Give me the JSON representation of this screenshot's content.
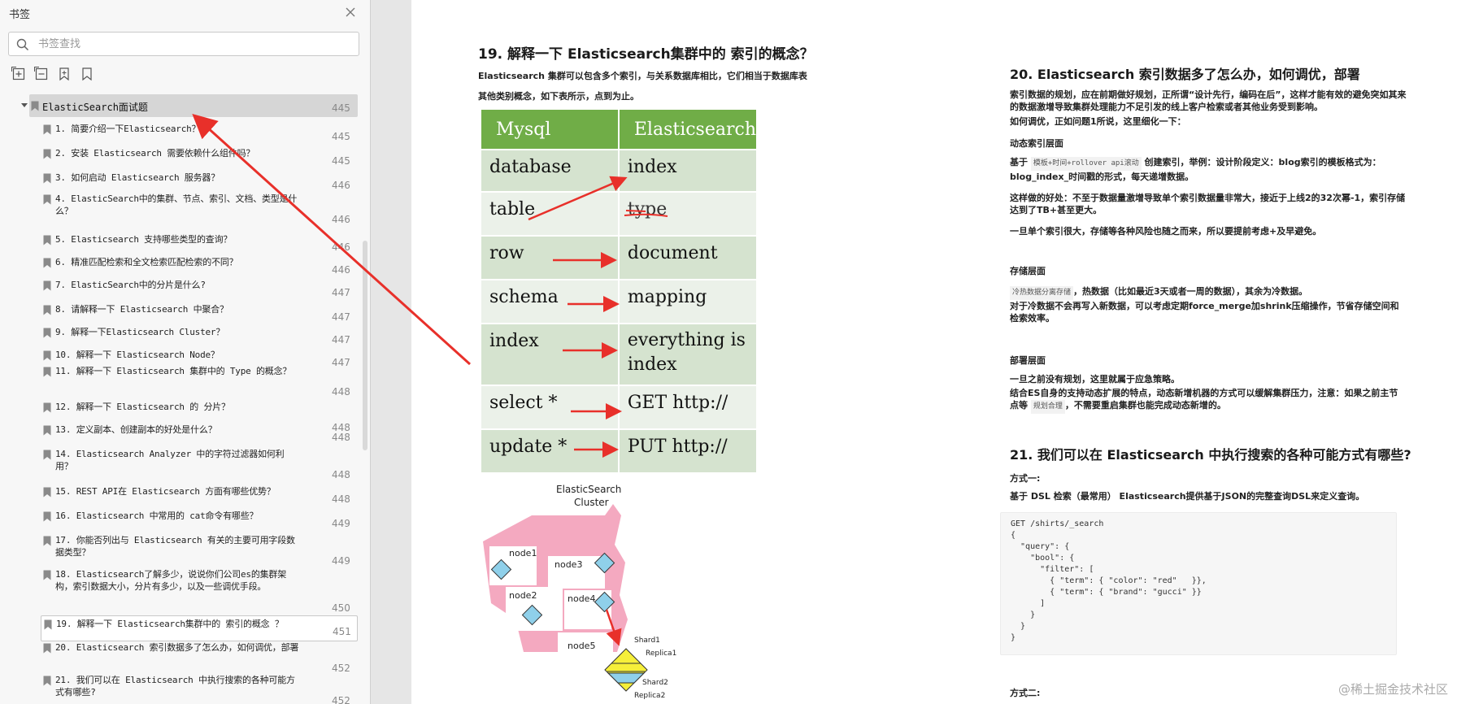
{
  "sidebar": {
    "title": "书签",
    "search_placeholder": "书签查找",
    "root": {
      "label": "ElasticSearch面试题",
      "page": "445"
    },
    "items": [
      {
        "label": "1. 简要介绍一下Elasticsearch？",
        "page": "445"
      },
      {
        "label": "2. 安装 Elasticsearch 需要依赖什么组件吗？",
        "page": "445"
      },
      {
        "label": "3. 如何启动 Elasticsearch 服务器？",
        "page": "446"
      },
      {
        "label": "4. ElasticSearch中的集群、节点、索引、文档、类型是什么？",
        "page": "446"
      },
      {
        "label": "5. Elasticsearch 支持哪些类型的查询？",
        "page": "446"
      },
      {
        "label": "6. 精准匹配检索和全文检索匹配检索的不同？",
        "page": "446"
      },
      {
        "label": "7. ElasticSearch中的分片是什么?",
        "page": "447"
      },
      {
        "label": "8. 请解释一下 Elasticsearch 中聚合？",
        "page": "447"
      },
      {
        "label": "9. 解释一下Elasticsearch Cluster？",
        "page": "447"
      },
      {
        "label": "10. 解释一下 Elasticsearch Node？",
        "page": "447"
      },
      {
        "label": "11. 解释一下 Elasticsearch 集群中的 Type 的概念？",
        "page": "448"
      },
      {
        "label": "12. 解释一下 Elasticsearch 的 分片？",
        "page": "448"
      },
      {
        "label": "13. 定义副本、创建副本的好处是什么？",
        "page": "448"
      },
      {
        "label": "14. Elasticsearch Analyzer 中的字符过滤器如何利用？",
        "page": "448"
      },
      {
        "label": "15. REST API在 Elasticsearch 方面有哪些优势？",
        "page": "448"
      },
      {
        "label": "16. Elasticsearch 中常用的 cat命令有哪些？",
        "page": "449"
      },
      {
        "label": "17. 你能否列出与 Elasticsearch 有关的主要可用字段数据类型？",
        "page": "449"
      },
      {
        "label": "18. Elasticsearch了解多少，说说你们公司es的集群架构，索引数据大小，分片有多少，以及一些调优手段。",
        "page": "450"
      },
      {
        "label": "19. 解释一下 Elasticsearch集群中的 索引的概念 ？",
        "page": "451"
      },
      {
        "label": "20. Elasticsearch 索引数据多了怎么办，如何调优，部署",
        "page": "452"
      },
      {
        "label": "21. 我们可以在 Elasticsearch 中执行搜索的各种可能方式有哪些?",
        "page": "452"
      }
    ]
  },
  "left_col": {
    "heading": "19. 解释一下 Elasticsearch集群中的 索引的概念？",
    "p1": "Elasticsearch 集群可以包含多个索引，与关系数据库相比，它们相当于数据库表",
    "p2": "其他类别概念，如下表所示，点到为止。",
    "table": {
      "headers": [
        "Mysql",
        "Elasticsearch"
      ],
      "rows": [
        [
          "database",
          "index"
        ],
        [
          "table",
          "type"
        ],
        [
          "row",
          "document"
        ],
        [
          "schema",
          "mapping"
        ],
        [
          "index",
          "everything is index"
        ],
        [
          "select *",
          "GET http://"
        ],
        [
          "update *",
          "PUT http://"
        ]
      ]
    },
    "diagram": {
      "title": "ElasticSearch Cluster",
      "nodes": [
        "node1",
        "node3",
        "node2",
        "node4",
        "node5"
      ],
      "shard_labels": [
        "Shard1",
        "Replica1",
        "Shard2",
        "Replica2"
      ]
    }
  },
  "right_col": {
    "h20": "20. Elasticsearch 索引数据多了怎么办，如何调优，部署",
    "p20_1": "索引数据的规划，应在前期做好规划，正所谓“设计先行，编码在后”，这样才能有效的避免突如其来的数据激增导致集群处理能力不足引发的线上客户检索或者其他业务受到影响。",
    "p20_2": "如何调优，正如问题1所说，这里细化一下：",
    "s1_title": "动态索引层面",
    "s1_p1_a": "基于",
    "s1_p1_code": "模板+时间+rollover api滚动",
    "s1_p1_b": "创建索引，举例：设计阶段定义：blog索引的模板格式为：blog_index_时间戳的形式，每天递增数据。",
    "s1_p2": "这样做的好处：不至于数据量激增导致单个索引数据量非常大，接近于上线2的32次幂-1，索引存储达到了TB+甚至更大。",
    "s1_p3": "一旦单个索引很大，存储等各种风险也随之而来，所以要提前考虑+及早避免。",
    "s2_title": "存储层面",
    "s2_p1_code": "冷热数据分离存储",
    "s2_p1_b": "，热数据（比如最近3天或者一周的数据），其余为冷数据。",
    "s2_p2": "对于冷数据不会再写入新数据，可以考虑定期force_merge加shrink压缩操作，节省存储空间和检索效率。",
    "s3_title": "部署层面",
    "s3_p1": "一旦之前没有规划，这里就属于应急策略。",
    "s3_p2_a": "结合ES自身的支持动态扩展的特点，动态新增机器的方式可以缓解集群压力，注意：如果之前主节点等",
    "s3_p2_code": "规划合理",
    "s3_p2_b": "，不需要重启集群也能完成动态新增的。",
    "h21": "21. 我们可以在 Elasticsearch 中执行搜索的各种可能方式有哪些?",
    "m1_title": "方式一:",
    "m1_p": "基于 DSL 检索（最常用） Elasticsearch提供基于JSON的完整查询DSL来定义查询。",
    "code": [
      "GET /shirts/_search",
      "{",
      "  \"query\": {",
      "    \"bool\": {",
      "      \"filter\": [",
      "        { \"term\": { \"color\": \"red\"   }},",
      "        { \"term\": { \"brand\": \"gucci\" }}",
      "      ]",
      "    }",
      "  }",
      "}"
    ],
    "m2_title": "方式二:"
  },
  "watermark": "@稀土掘金技术社区",
  "colors": {
    "table_header": "#70ad47",
    "table_row_dark": "#d5e3cf",
    "table_row_light": "#ebf1e9",
    "arrow": "#e8302a",
    "cluster_pink": "#f4a9c0"
  }
}
